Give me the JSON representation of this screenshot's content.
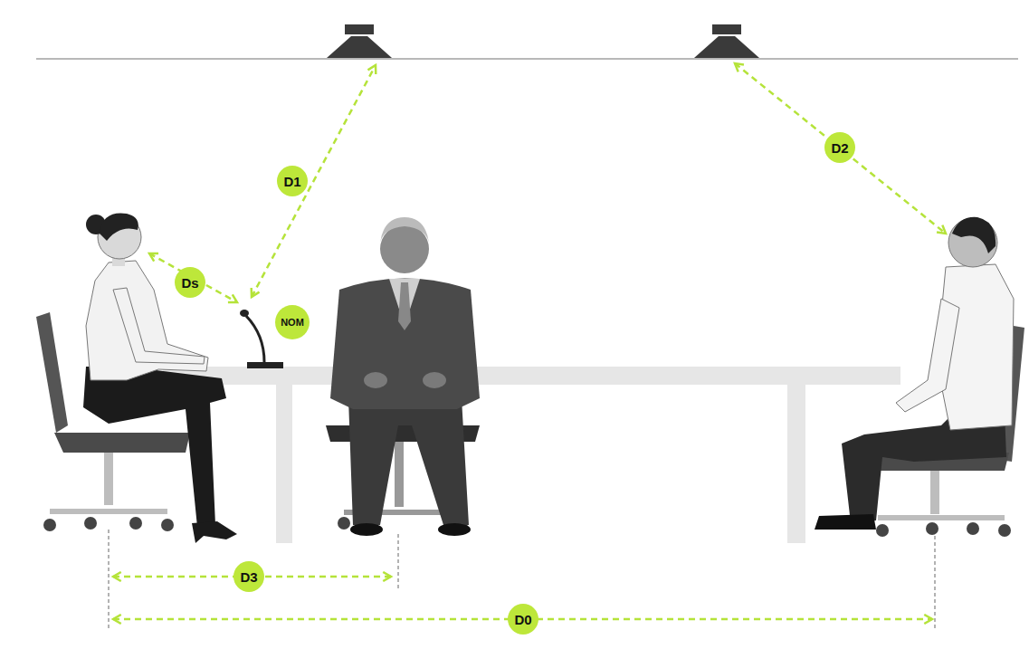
{
  "diagram": {
    "nodes": [
      {
        "text": [
          "D1"
        ]
      },
      {
        "text": [
          "D2"
        ]
      },
      {
        "text": [
          "Ds"
        ]
      },
      {
        "text": [
          "NOM"
        ]
      },
      {
        "text": [
          "D3"
        ]
      },
      {
        "text": [
          "D0"
        ]
      }
    ]
  }
}
